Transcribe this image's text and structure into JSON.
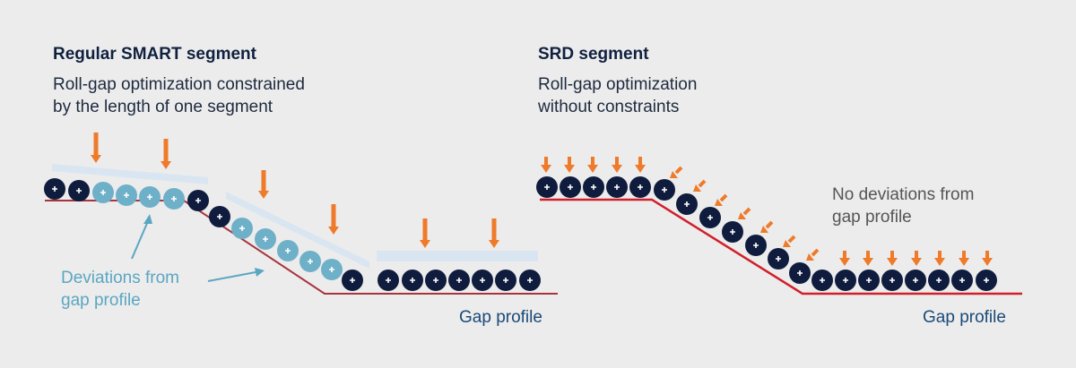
{
  "left_panel": {
    "title": "Regular SMART segment",
    "subtitle_line1": "Roll-gap optimization constrained",
    "subtitle_line2": "by the length of one segment",
    "annotation_line1": "Deviations from",
    "annotation_line2": "gap profile",
    "profile_label": "Gap profile"
  },
  "right_panel": {
    "title": "SRD segment",
    "subtitle_line1": "Roll-gap optimization",
    "subtitle_line2": "without constraints",
    "annotation_line1": "No deviations from",
    "annotation_line2": "gap profile",
    "profile_label": "Gap profile"
  },
  "colors": {
    "background": "#ececec",
    "dark_roll": "#0f1c3d",
    "deviated_roll": "#6fb0c9",
    "gap_line": "#d0202b",
    "gap_line_left": "#a8343d",
    "arrow": "#ef7a2a",
    "segment_plate": "#d9e6f2",
    "annotation_teal": "#5ba6c2",
    "profile_label": "#1a4a78",
    "annotation_grey": "#555555"
  },
  "icons": {
    "roll_mark": "plus-icon",
    "force": "down-arrow-icon"
  }
}
